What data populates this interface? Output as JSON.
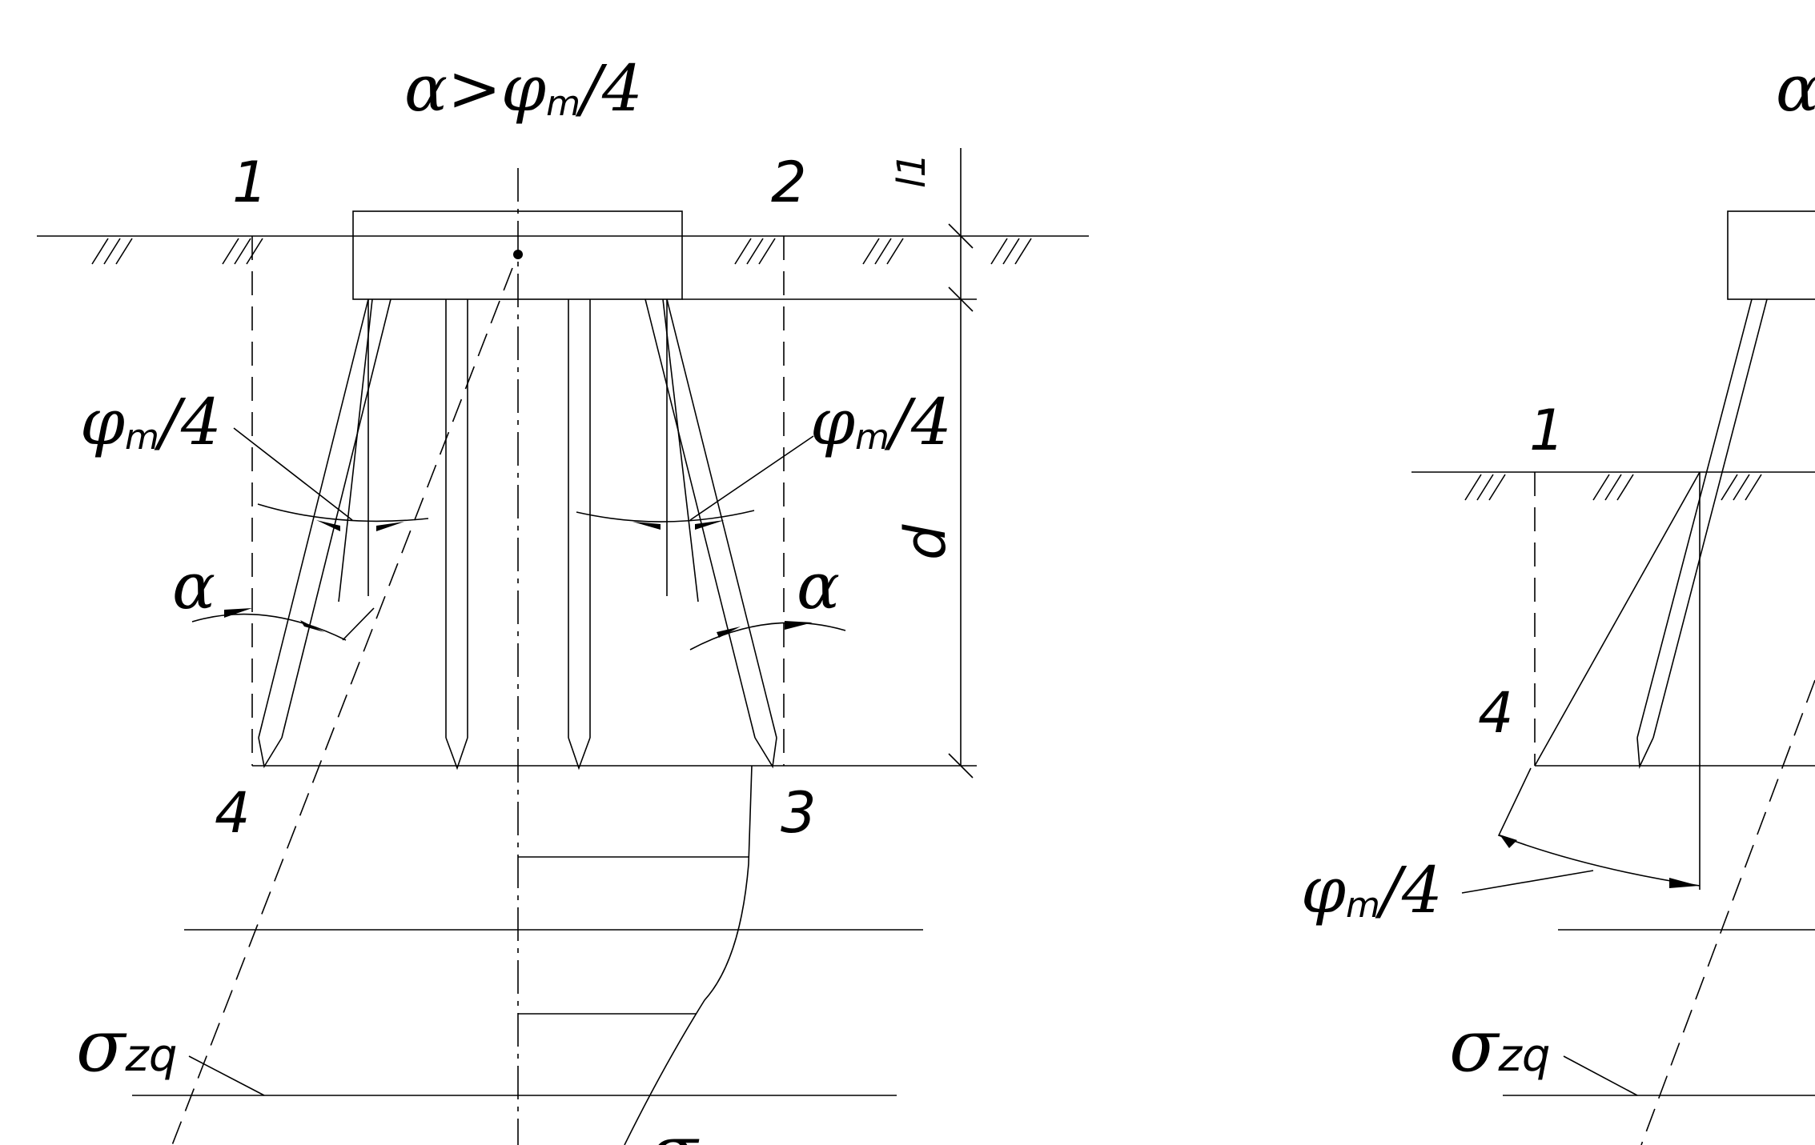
{
  "left": {
    "title": "α>φm/4",
    "title_parts": {
      "base": "α>φ",
      "sub": "m",
      "tail": "/4"
    },
    "corner_labels": [
      "1",
      "2",
      "3",
      "4"
    ],
    "dims": {
      "l1": "l1",
      "d": "d"
    },
    "phi_label": {
      "base": "φ",
      "sub": "m",
      "tail": "/4"
    },
    "alpha_label": "α",
    "sigma_zq": {
      "base": "σ",
      "sub": "zq"
    },
    "sigma_z": {
      "base": "σ"
    }
  },
  "right": {
    "title_partial": "α",
    "corner_labels": [
      "1",
      "4"
    ],
    "phi_label": {
      "base": "φ",
      "sub": "m",
      "tail": "/4"
    },
    "sigma_zq": {
      "base": "σ",
      "sub": "zq"
    }
  }
}
